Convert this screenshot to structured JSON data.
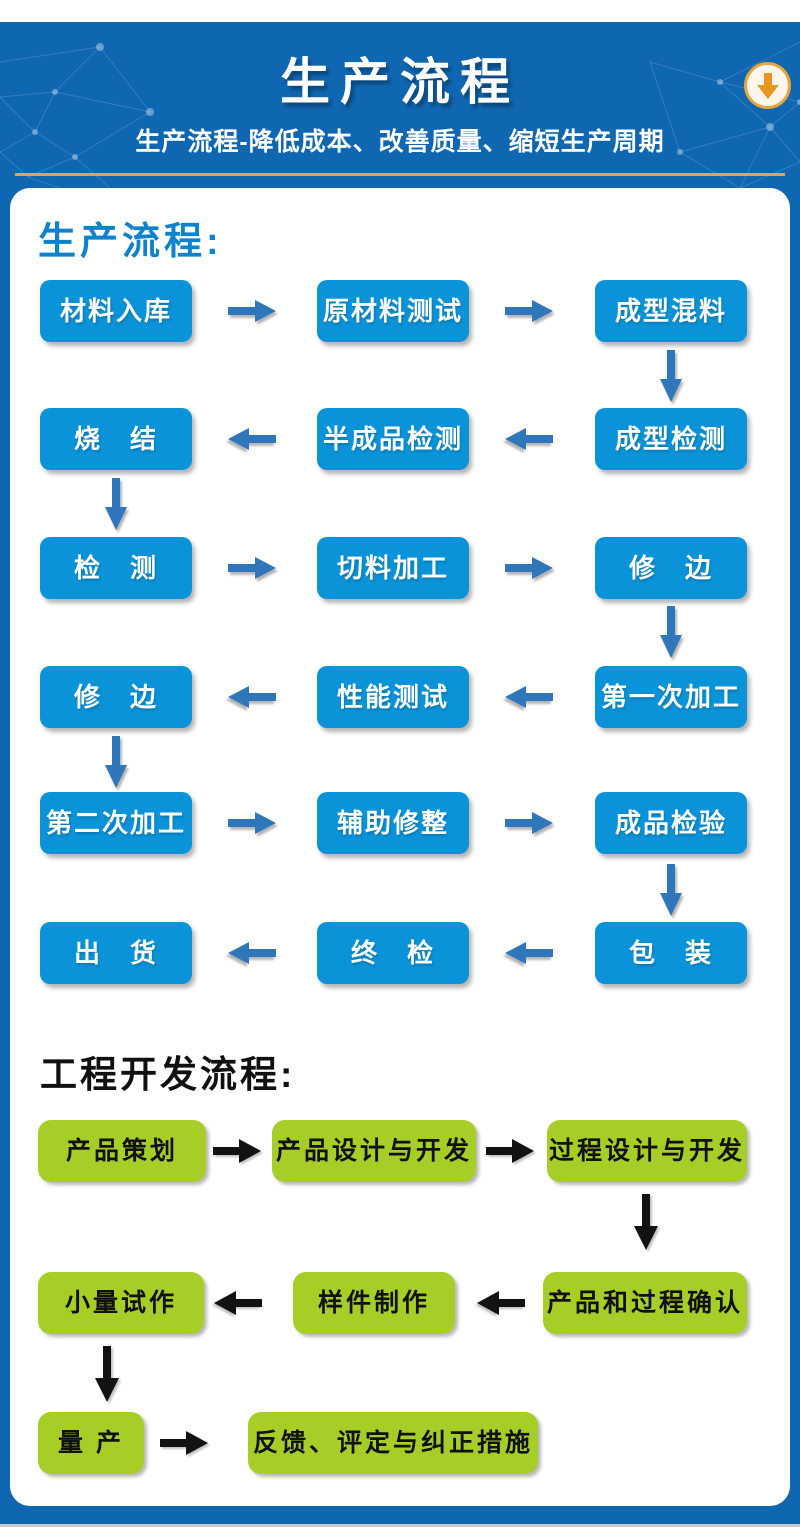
{
  "header": {
    "title": "生产流程",
    "subtitle": "生产流程-降低成本、改善质量、缩短生产周期",
    "scroll_icon": "circle-down-arrow"
  },
  "production_flow": {
    "heading": "生产流程:",
    "rows": [
      {
        "direction": "right",
        "boxes": [
          "材料入库",
          "原材料测试",
          "成型混料"
        ]
      },
      {
        "direction": "left",
        "boxes": [
          "烧　结",
          "半成品检测",
          "成型检测"
        ]
      },
      {
        "direction": "right",
        "boxes": [
          "检　测",
          "切料加工",
          "修　边"
        ]
      },
      {
        "direction": "left",
        "boxes": [
          "修　边",
          "性能测试",
          "第一次加工"
        ]
      },
      {
        "direction": "right",
        "boxes": [
          "第二次加工",
          "辅助修整",
          "成品检验"
        ]
      },
      {
        "direction": "left",
        "boxes": [
          "出　货",
          "终　检",
          "包　装"
        ]
      }
    ],
    "vertical_links": [
      "成型混料→成型检测",
      "烧结→检测",
      "修边→第一次加工",
      "性能测试后的修边→第二次加工",
      "成品检验→包装"
    ]
  },
  "engineering_flow": {
    "heading": "工程开发流程:",
    "rows": [
      {
        "direction": "right",
        "boxes": [
          "产品策划",
          "产品设计与开发",
          "过程设计与开发"
        ]
      },
      {
        "direction": "left",
        "boxes": [
          "小量试作",
          "样件制作",
          "产品和过程确认"
        ]
      },
      {
        "direction": "right",
        "boxes": [
          "量 产",
          "反馈、评定与纠正措施"
        ]
      }
    ],
    "vertical_links": [
      "过程设计与开发→产品和过程确认",
      "小量试作→量产"
    ]
  },
  "colors": {
    "background_blue": "#0f66b1",
    "box_blue": "#0a93d8",
    "arrow_blue": "#2f76bb",
    "green": "#a6ce27",
    "gold": "#e9a43c",
    "heading_blue": "#0d82cd",
    "icon_orange": "#e8961e",
    "black_arrow": "#121212"
  }
}
